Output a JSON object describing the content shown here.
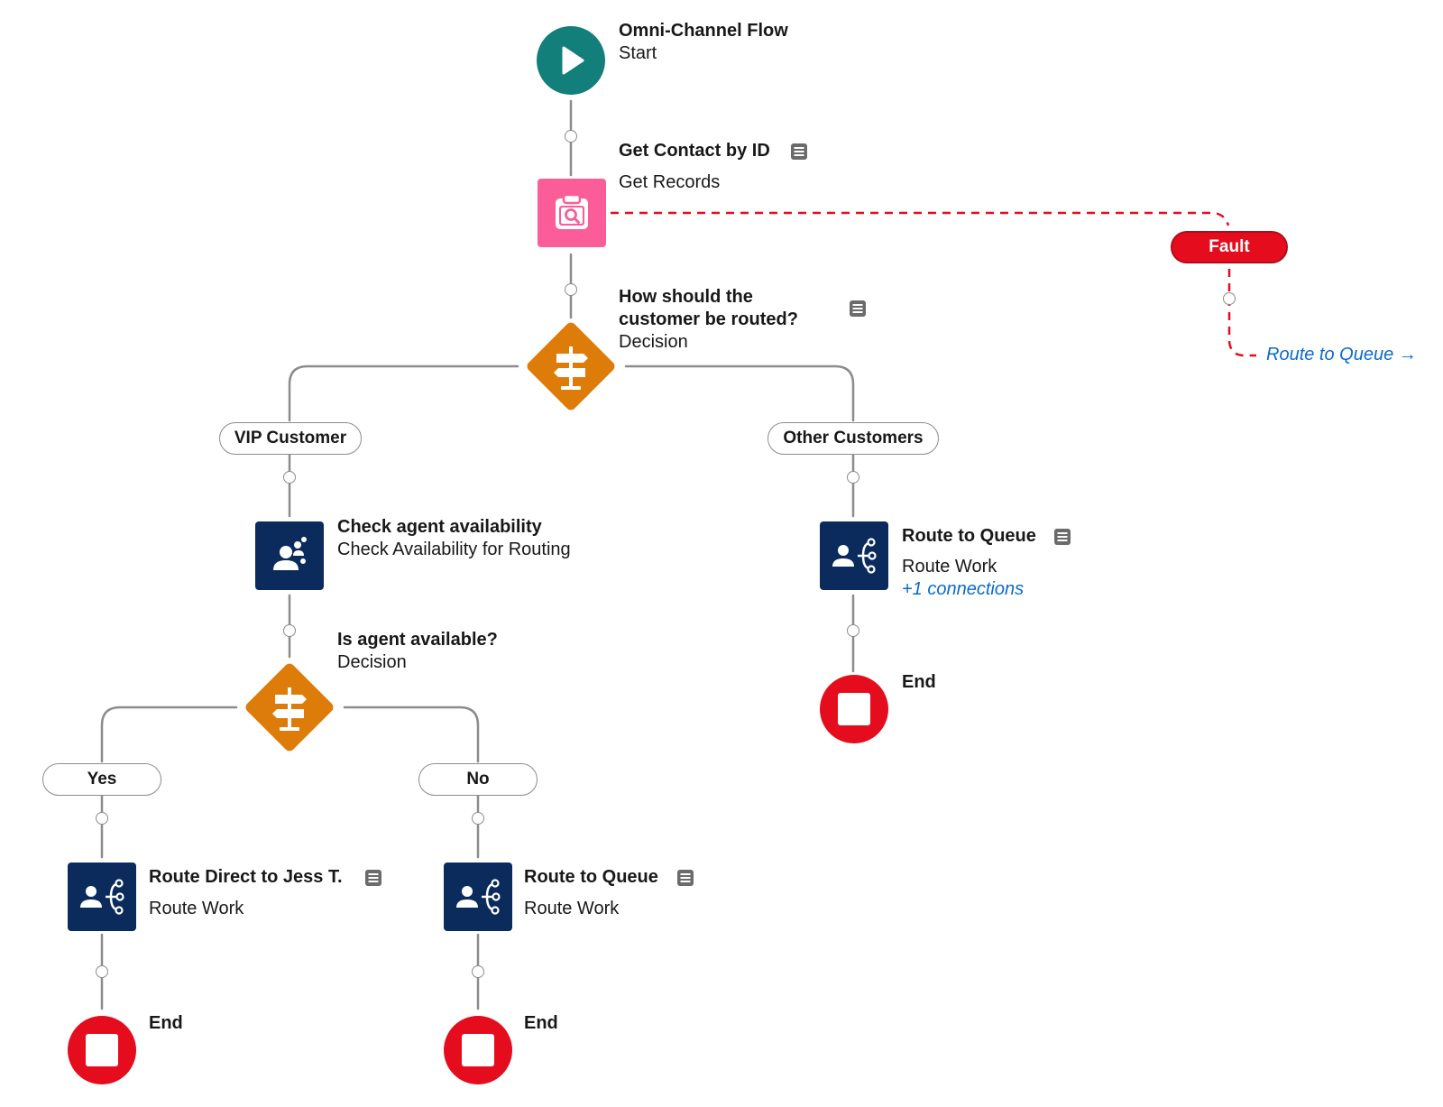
{
  "flow": {
    "start": {
      "title": "Omni-Channel Flow",
      "subtitle": "Start"
    },
    "get_contact": {
      "title": "Get Contact by ID",
      "subtitle": "Get Records"
    },
    "decision_route": {
      "title_line1": "How should the",
      "title_line2": "customer be routed?",
      "subtitle": "Decision"
    },
    "fault": {
      "label": "Fault",
      "target_link": "Route to Queue →"
    },
    "branch_vip": {
      "label": "VIP Customer"
    },
    "branch_other": {
      "label": "Other Customers"
    },
    "check_agent": {
      "title": "Check agent availability",
      "subtitle": "Check Availability for Routing"
    },
    "route_queue_other": {
      "title": "Route to Queue",
      "subtitle": "Route Work",
      "extra": "+1 connections"
    },
    "end_other": {
      "title": "End"
    },
    "decision_agent": {
      "title": "Is agent available?",
      "subtitle": "Decision"
    },
    "branch_yes": {
      "label": "Yes"
    },
    "branch_no": {
      "label": "No"
    },
    "route_direct": {
      "title": "Route Direct to Jess T.",
      "subtitle": "Route Work"
    },
    "route_queue_no": {
      "title": "Route to Queue",
      "subtitle": "Route Work"
    },
    "end_yes": {
      "title": "End"
    },
    "end_no": {
      "title": "End"
    }
  },
  "colors": {
    "start": "#137f7b",
    "get_records": "#fb5d98",
    "decision": "#de7c09",
    "route_work": "#0a2b5b",
    "end": "#e50d1d",
    "fault": "#e50d1d",
    "link": "#0b6bcb",
    "connector_line": "#8c8c8c"
  },
  "icons": {
    "start": "play-icon",
    "get_records": "clipboard-search-icon",
    "decision": "signpost-icon",
    "check_availability": "agents-icon",
    "route_work": "person-routing-icon",
    "end": "stop-icon",
    "description": "description-icon"
  }
}
